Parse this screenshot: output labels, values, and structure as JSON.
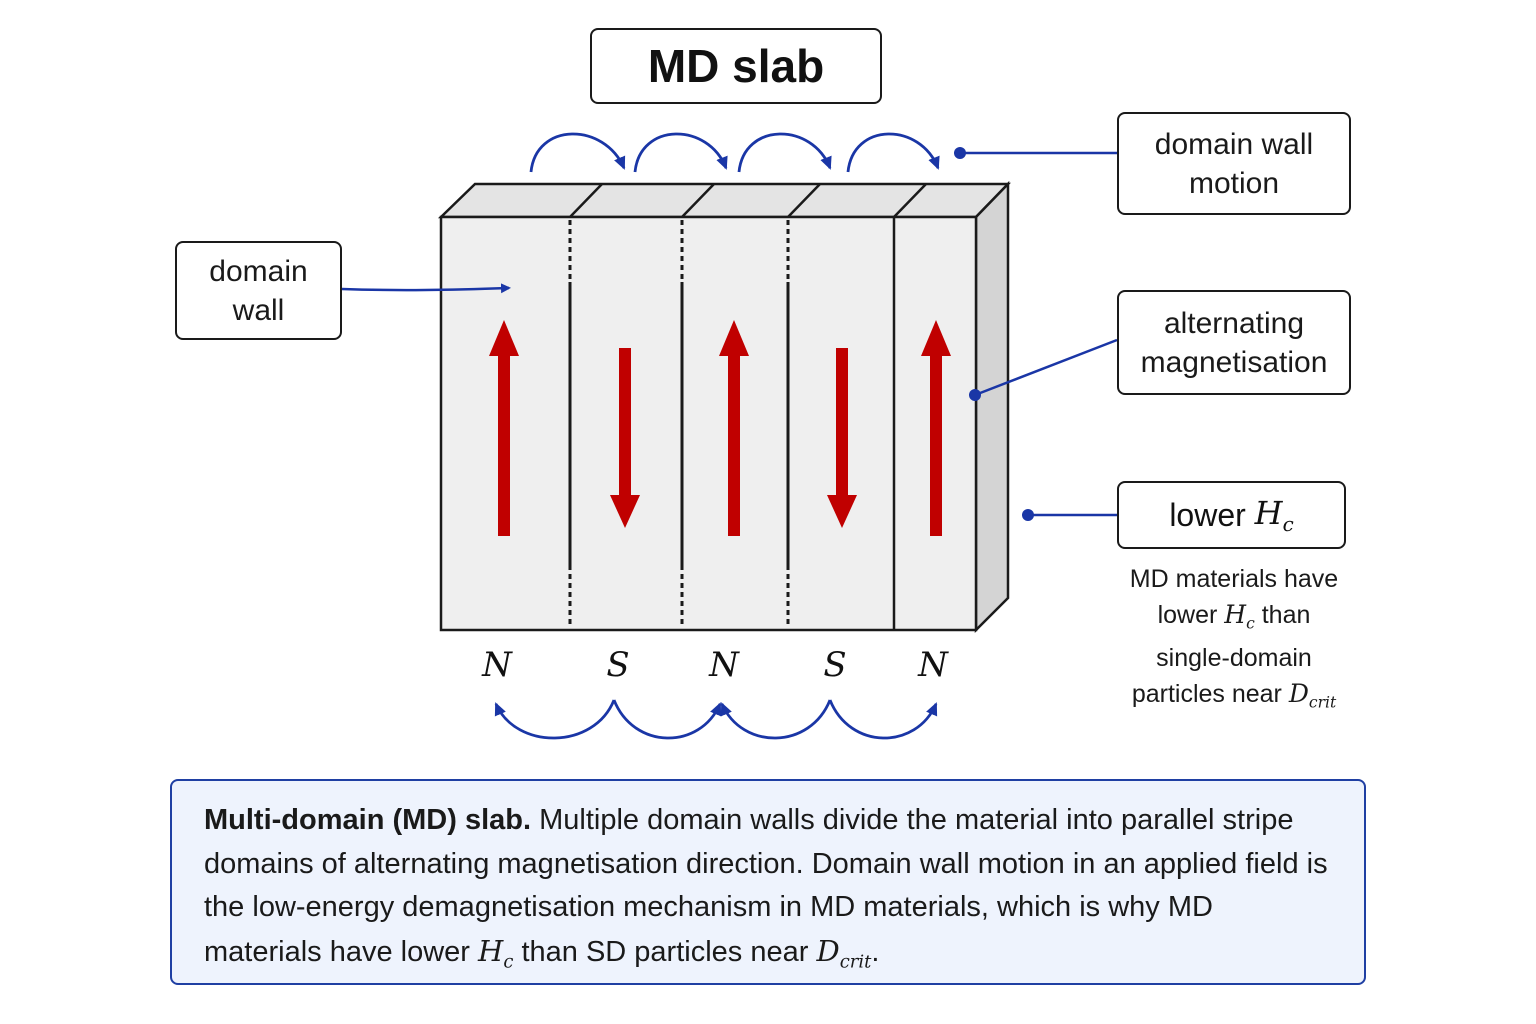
{
  "title": "MD slab",
  "labels": {
    "domain_wall": [
      "domain",
      "wall"
    ],
    "domain_wall_motion": [
      "domain wall",
      "motion"
    ],
    "alternating_magnetisation": [
      "alternating",
      "magnetisation"
    ],
    "lower_hc": {
      "text": "lower",
      "symbol": "H",
      "subscript": "c"
    }
  },
  "note": {
    "line1": "MD materials have",
    "line2_pre": "lower",
    "line2_symbol": "H",
    "line2_sub": "c",
    "line2_post": "than",
    "line3": "single-domain",
    "line4_pre": "particles near",
    "line4_symbol": "D",
    "line4_sub": "crit"
  },
  "poles": [
    "N",
    "S",
    "N",
    "S",
    "N"
  ],
  "magnetisation": [
    "up",
    "down",
    "up",
    "down",
    "up"
  ],
  "caption": {
    "bold": "Multi-domain (MD) slab.",
    "text": "Multiple domain walls divide the material into parallel stripe domains of alternating magnetisation direction. Domain wall motion in an applied field is the low-energy demagnetisation mechanism in MD materials, which is why MD materials have lower",
    "symbol1": "H",
    "sub1": "c",
    "text2": "than SD particles near",
    "symbol2": "D",
    "sub2": "crit",
    "end": "."
  },
  "colors": {
    "arrow_red": "#c00000",
    "leader_blue": "#1a36a6",
    "slab_face": "#efefef",
    "slab_side": "#d4d4d4",
    "caption_bg": "#eef3fd",
    "caption_border": "#1f3fa3"
  }
}
